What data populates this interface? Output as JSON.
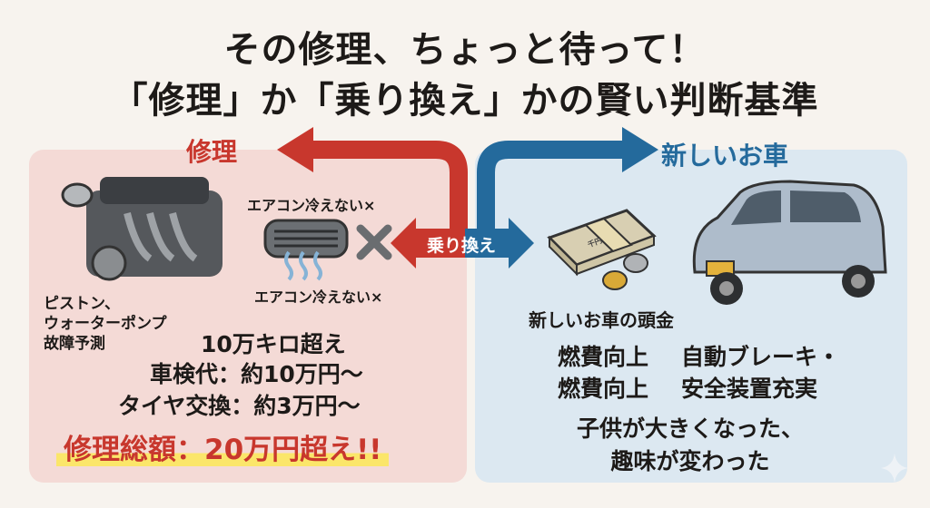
{
  "title": {
    "line1": "その修理、ちょっと待って！",
    "line2": "「修理」か「乗り換え」かの賢い判断基準"
  },
  "left": {
    "heading": "修理",
    "ac_top": "エアコン冷えない×",
    "ac_bottom": "エアコン冷えない×",
    "engine_note": [
      "ピストン、",
      "ウォーターポンプ",
      "故障予測"
    ],
    "mileage": "10万キロ超え",
    "inspection": "車検代：約10万円〜",
    "tires": "タイヤ交換：約3万円〜",
    "total": "修理総額：20万円超え!!"
  },
  "center": {
    "switch_label": "乗り換え"
  },
  "right": {
    "heading": "新しいお車",
    "money_label": "千円",
    "down_payment": "新しいお車の頭金",
    "benefits": [
      [
        "燃費向上",
        "自動ブレーキ・"
      ],
      [
        "燃費向上",
        "安全装置充実"
      ]
    ],
    "life": [
      "子供が大きくなった、",
      "趣味が変わった"
    ]
  },
  "colors": {
    "red": "#c8372d",
    "blue": "#246a9c",
    "left_bg": "#f4dad6",
    "right_bg": "#dce8f1",
    "highlight": "#fbe66a"
  }
}
